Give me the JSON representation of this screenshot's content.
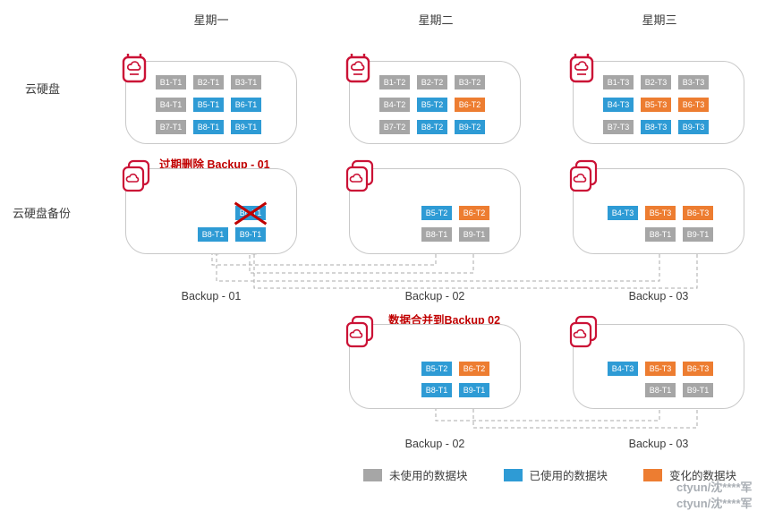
{
  "colors": {
    "unused": "#a6a6a6",
    "used": "#2e9bd5",
    "changed": "#ed7d31",
    "icon": "#cb1236",
    "annotation": "#c00000",
    "box_border": "#c9c9c9",
    "arrow": "#a8a8a8",
    "watermark": "#a9aeb4"
  },
  "column_headers": [
    "星期一",
    "星期二",
    "星期三"
  ],
  "row_labels": {
    "disk": "云硬盘",
    "backup": "云硬盘备份"
  },
  "disks": [
    {
      "rows": [
        [
          {
            "label": "B1-T1",
            "type": "unused"
          },
          {
            "label": "B2-T1",
            "type": "unused"
          },
          {
            "label": "B3-T1",
            "type": "unused"
          }
        ],
        [
          {
            "label": "B4-T1",
            "type": "unused"
          },
          {
            "label": "B5-T1",
            "type": "used"
          },
          {
            "label": "B6-T1",
            "type": "used"
          }
        ],
        [
          {
            "label": "B7-T1",
            "type": "unused"
          },
          {
            "label": "B8-T1",
            "type": "used"
          },
          {
            "label": "B9-T1",
            "type": "used"
          }
        ]
      ]
    },
    {
      "rows": [
        [
          {
            "label": "B1-T2",
            "type": "unused"
          },
          {
            "label": "B2-T2",
            "type": "unused"
          },
          {
            "label": "B3-T2",
            "type": "unused"
          }
        ],
        [
          {
            "label": "B4-T2",
            "type": "unused"
          },
          {
            "label": "B5-T2",
            "type": "used"
          },
          {
            "label": "B6-T2",
            "type": "changed"
          }
        ],
        [
          {
            "label": "B7-T2",
            "type": "unused"
          },
          {
            "label": "B8-T2",
            "type": "used"
          },
          {
            "label": "B9-T2",
            "type": "used"
          }
        ]
      ]
    },
    {
      "rows": [
        [
          {
            "label": "B1-T3",
            "type": "unused"
          },
          {
            "label": "B2-T3",
            "type": "unused"
          },
          {
            "label": "B3-T3",
            "type": "unused"
          }
        ],
        [
          {
            "label": "B4-T3",
            "type": "used"
          },
          {
            "label": "B5-T3",
            "type": "changed"
          },
          {
            "label": "B6-T3",
            "type": "changed"
          }
        ],
        [
          {
            "label": "B7-T3",
            "type": "unused"
          },
          {
            "label": "B8-T3",
            "type": "used"
          },
          {
            "label": "B9-T3",
            "type": "used"
          }
        ]
      ]
    }
  ],
  "backups": [
    {
      "rows": [
        [
          null,
          {
            "label": "B6-T1",
            "type": "used",
            "crossed": true
          }
        ],
        [
          {
            "label": "B8-T1",
            "type": "used"
          },
          {
            "label": "B9-T1",
            "type": "used"
          }
        ]
      ]
    },
    {
      "rows": [
        [
          {
            "label": "B5-T2",
            "type": "used"
          },
          {
            "label": "B6-T2",
            "type": "changed"
          }
        ],
        [
          {
            "label": "B8-T1",
            "type": "unused"
          },
          {
            "label": "B9-T1",
            "type": "unused"
          }
        ]
      ]
    },
    {
      "rows": [
        [
          {
            "label": "B4-T3",
            "type": "used"
          },
          {
            "label": "B5-T3",
            "type": "changed"
          },
          {
            "label": "B6-T3",
            "type": "changed"
          }
        ],
        [
          null,
          {
            "label": "B8-T1",
            "type": "unused"
          },
          {
            "label": "B9-T1",
            "type": "unused"
          }
        ]
      ]
    }
  ],
  "merged": [
    {
      "rows": [
        [
          {
            "label": "B5-T2",
            "type": "used"
          },
          {
            "label": "B6-T2",
            "type": "changed"
          }
        ],
        [
          {
            "label": "B8-T1",
            "type": "used"
          },
          {
            "label": "B9-T1",
            "type": "used"
          }
        ]
      ]
    },
    {
      "rows": [
        [
          {
            "label": "B4-T3",
            "type": "used"
          },
          {
            "label": "B5-T3",
            "type": "changed"
          },
          {
            "label": "B6-T3",
            "type": "changed"
          }
        ],
        [
          null,
          {
            "label": "B8-T1",
            "type": "unused"
          },
          {
            "label": "B9-T1",
            "type": "unused"
          }
        ]
      ]
    }
  ],
  "annotations": {
    "expire": "过期删除 Backup - 01",
    "merge": "数据合并到Backup 02"
  },
  "captions_row2": [
    "Backup - 01",
    "Backup - 02",
    "Backup - 03"
  ],
  "captions_row3": [
    "Backup - 02",
    "Backup - 03"
  ],
  "legend": [
    {
      "label": "未使用的数据块",
      "type": "unused"
    },
    {
      "label": "已使用的数据块",
      "type": "used"
    },
    {
      "label": "变化的数据块",
      "type": "changed"
    }
  ],
  "watermark": {
    "line1": "ctyun/沈****军",
    "line2": "ctyun/沈****军"
  }
}
